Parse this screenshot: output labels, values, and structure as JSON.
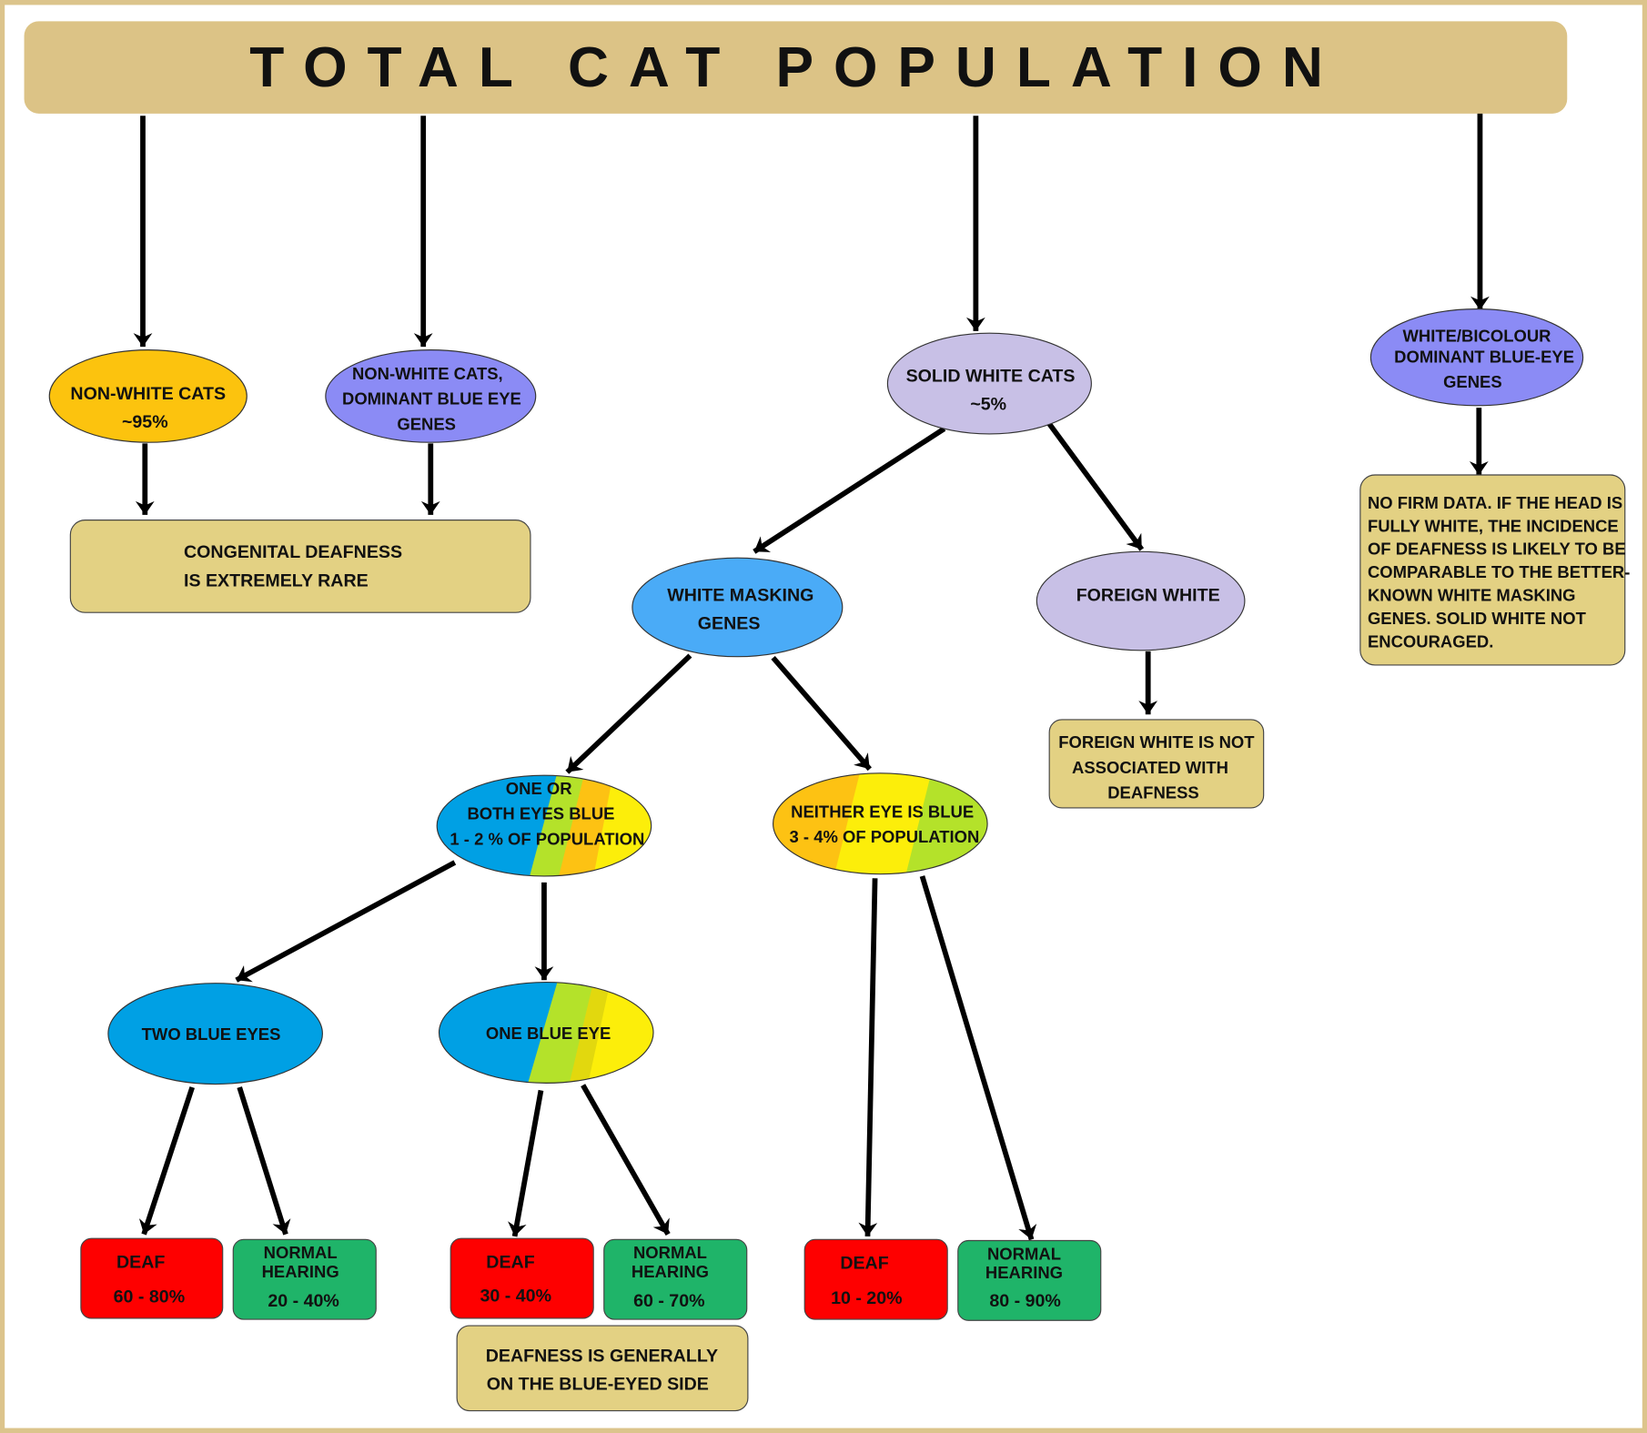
{
  "title": "TOTAL CAT POPULATION",
  "colors": {
    "frame": "#dcc48c",
    "title_bar": "#dcc386",
    "note_box": "#e3d183",
    "orange": "#fcc30e",
    "purple": "#8b8bf5",
    "lavender": "#c8c0e6",
    "light_blue": "#4aabf7",
    "blue": "#00a0e4",
    "lime": "#b4e22a",
    "yellow": "#fcee0a",
    "amber": "#fdc213",
    "deaf_red": "#fe0000",
    "hearing_green": "#1fb469"
  },
  "nodes": {
    "non_white": {
      "lines": [
        "NON-WHITE CATS",
        "~95%"
      ]
    },
    "non_white_blue": {
      "lines": [
        "NON-WHITE CATS,",
        "DOMINANT BLUE EYE",
        "GENES"
      ]
    },
    "solid_white": {
      "lines": [
        "SOLID WHITE CATS",
        "~5%"
      ]
    },
    "bicolour": {
      "lines": [
        "WHITE/BICOLOUR",
        "DOMINANT BLUE-EYE",
        "GENES"
      ]
    },
    "white_masking": {
      "lines": [
        "WHITE MASKING",
        "GENES"
      ]
    },
    "foreign_white": {
      "lines": [
        "FOREIGN WHITE"
      ]
    },
    "one_or_both": {
      "lines": [
        "ONE OR",
        "BOTH EYES BLUE",
        "1 - 2 % OF POPULATION"
      ]
    },
    "neither": {
      "lines": [
        "NEITHER EYE IS BLUE",
        "3 - 4% OF POPULATION"
      ]
    },
    "two_blue": {
      "lines": [
        "TWO BLUE EYES"
      ]
    },
    "one_blue": {
      "lines": [
        "ONE BLUE EYE"
      ]
    }
  },
  "notes": {
    "congenital": {
      "lines": [
        "CONGENITAL DEAFNESS",
        "IS EXTREMELY RARE"
      ]
    },
    "no_firm_data": {
      "lines": [
        "NO FIRM DATA. IF THE HEAD IS",
        "FULLY WHITE, THE INCIDENCE",
        "OF DEAFNESS IS LIKELY TO BE",
        "COMPARABLE TO THE BETTER-",
        "KNOWN WHITE MASKING",
        "GENES.  SOLID WHITE NOT",
        "ENCOURAGED."
      ]
    },
    "foreign_white": {
      "lines": [
        "FOREIGN WHITE IS NOT",
        "ASSOCIATED WITH",
        "DEAFNESS"
      ]
    },
    "blue_side": {
      "lines": [
        "DEAFNESS IS GENERALLY",
        "ON THE BLUE-EYED SIDE"
      ]
    }
  },
  "outcomes": {
    "two_blue_deaf": {
      "label": "DEAF",
      "value": "60 - 80%"
    },
    "two_blue_normal": {
      "label1": "NORMAL",
      "label2": "HEARING",
      "value": "20 - 40%"
    },
    "one_blue_deaf": {
      "label": "DEAF",
      "value": "30 - 40%"
    },
    "one_blue_normal": {
      "label1": "NORMAL",
      "label2": "HEARING",
      "value": "60 - 70%"
    },
    "neither_deaf": {
      "label": "DEAF",
      "value": "10 - 20%"
    },
    "neither_normal": {
      "label1": "NORMAL",
      "label2": "HEARING",
      "value": "80 - 90%"
    }
  }
}
